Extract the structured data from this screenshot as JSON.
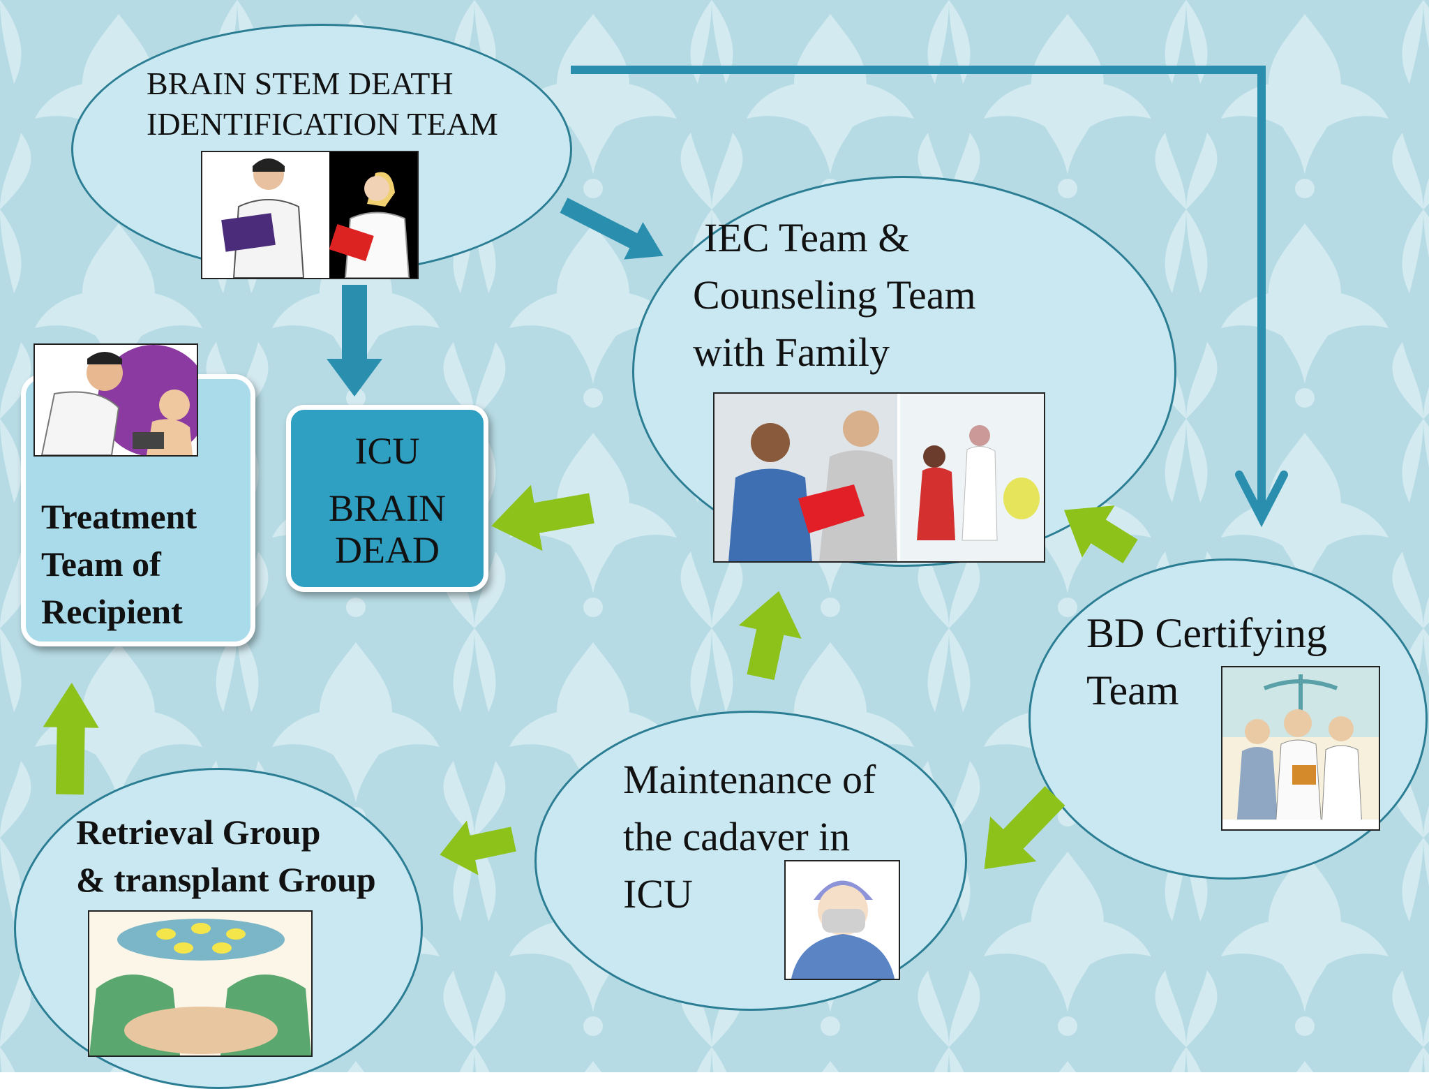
{
  "diagram": {
    "colors": {
      "background": "#b7dbe4",
      "node_fill": "#c9e8f2",
      "node_border": "#2b7d93",
      "blue_arrow": "#2a8fae",
      "green_arrow": "#8cc21a",
      "icu_box": "#2f9fc2",
      "treatment_box": "#a9dbea"
    },
    "nodes": {
      "brain_stem": {
        "line1": "BRAIN STEM DEATH",
        "line2": "IDENTIFICATION TEAM",
        "image": "doctors-with-clipboards-icon"
      },
      "iec": {
        "line1": "IEC Team &",
        "line2": "Counseling Team",
        "line3": "with Family",
        "image": "counseling-photos-icon"
      },
      "icu": {
        "line1": "ICU",
        "line2": "BRAIN",
        "line3": "DEAD"
      },
      "treatment": {
        "line1": "Treatment",
        "line2": "Team of",
        "line3": "Recipient",
        "image": "doctor-examining-child-icon"
      },
      "bd_certifying": {
        "line1": "BD Certifying",
        "line2": "Team",
        "image": "medical-team-icon"
      },
      "maintenance": {
        "line1": "Maintenance of",
        "line2": "the cadaver  in",
        "line3": "ICU",
        "image": "surgeon-mask-icon"
      },
      "retrieval": {
        "line1": "Retrieval Group",
        "line2": "& transplant Group",
        "image": "surgery-team-icon"
      }
    },
    "edges": [
      {
        "from": "brain_stem",
        "to": "iec",
        "color": "blue"
      },
      {
        "from": "brain_stem",
        "to": "icu",
        "color": "blue"
      },
      {
        "from": "brain_stem",
        "to": "bd_certifying",
        "color": "blue"
      },
      {
        "from": "iec",
        "to": "icu",
        "color": "green"
      },
      {
        "from": "bd_certifying",
        "to": "iec",
        "color": "green"
      },
      {
        "from": "bd_certifying",
        "to": "maintenance",
        "color": "green"
      },
      {
        "from": "maintenance",
        "to": "iec",
        "color": "green"
      },
      {
        "from": "maintenance",
        "to": "retrieval",
        "color": "green"
      },
      {
        "from": "retrieval",
        "to": "treatment",
        "color": "green"
      }
    ]
  }
}
